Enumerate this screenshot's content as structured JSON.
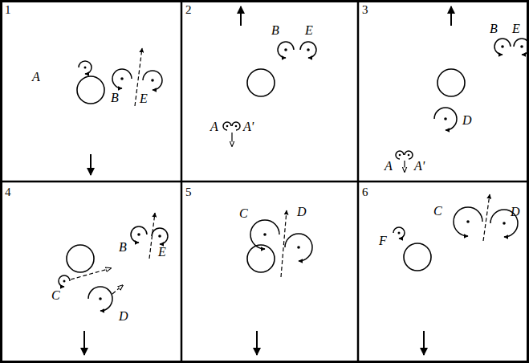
{
  "diagram": {
    "labels": [
      "1",
      "A",
      "B",
      "E",
      "2",
      "B",
      "E",
      "A",
      "A'",
      "3",
      "B",
      "E",
      "D",
      "A",
      "A'",
      "4",
      "B",
      "E",
      "C",
      "D",
      "5",
      "C",
      "D",
      "6",
      "C",
      "D",
      "F"
    ]
  }
}
